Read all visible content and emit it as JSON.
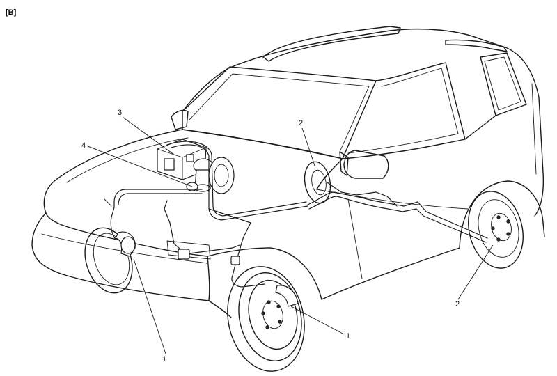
{
  "figure": {
    "tag": "[B]",
    "callouts": [
      {
        "id": "front-left-brake",
        "label": "1"
      },
      {
        "id": "front-right-brake",
        "label": "1"
      },
      {
        "id": "left-rear-line",
        "label": "2"
      },
      {
        "id": "rear-brake",
        "label": "2"
      },
      {
        "id": "abs-actuator",
        "label": "3"
      },
      {
        "id": "master-cylinder",
        "label": "4"
      }
    ]
  }
}
